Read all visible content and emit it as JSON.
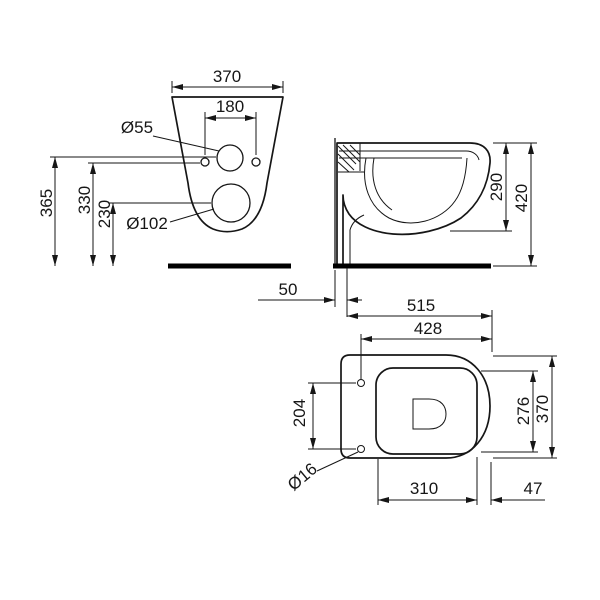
{
  "drawing": {
    "rear_view": {
      "width": "370",
      "fixing_hole_spacing": "180",
      "inlet_diameter": "Ø55",
      "outlet_diameter": "Ø102",
      "inlet_height": "365",
      "fixing_height": "330",
      "outlet_height": "230"
    },
    "side_view": {
      "outlet_wall_distance": "50",
      "front_height": "290",
      "overall_height": "420"
    },
    "top_view": {
      "overall_depth": "515",
      "fixing_hole_depth": "428",
      "fixing_hole_spacing": "204",
      "inner_width": "276",
      "overall_width": "370",
      "fixing_hole_diameter": "Ø16",
      "opening_length": "310",
      "front_offset": "47"
    }
  }
}
